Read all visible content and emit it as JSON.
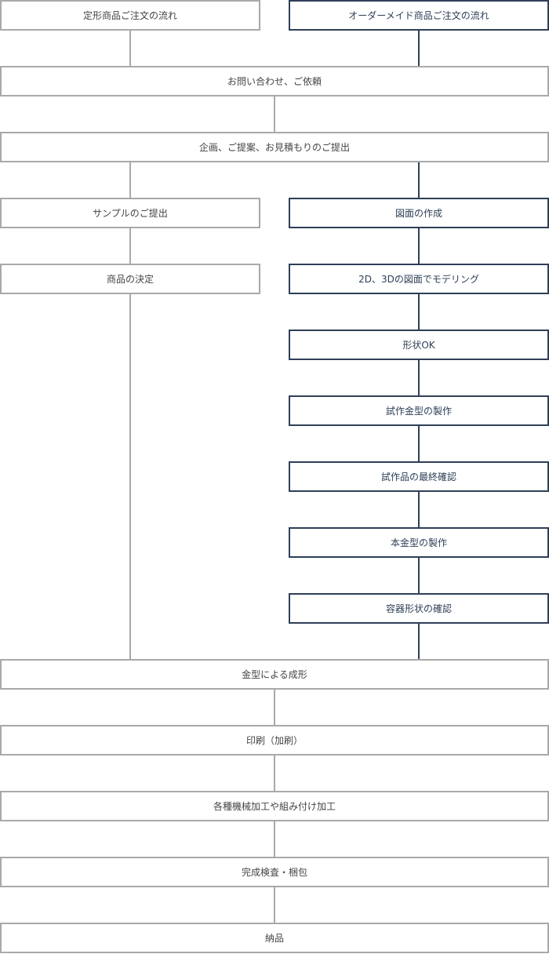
{
  "flow": {
    "steps": [
      {
        "label": "定形商品ご注文の流れ",
        "style": "gray"
      },
      {
        "label": "オーダーメイド商品ご注文の流れ",
        "style": "navy"
      },
      {
        "label": "お問い合わせ、ご依頼",
        "style": "gray"
      },
      {
        "label": "企画、ご提案、お見積もりのご提出",
        "style": "gray"
      },
      {
        "label": "サンプルのご提出",
        "style": "gray"
      },
      {
        "label": "図面の作成",
        "style": "navy"
      },
      {
        "label": "商品の決定",
        "style": "gray"
      },
      {
        "label": "2D、3Dの図面でモデリング",
        "style": "navy"
      },
      {
        "label": "形状OK",
        "style": "navy"
      },
      {
        "label": "試作金型の製作",
        "style": "navy"
      },
      {
        "label": "試作品の最終確認",
        "style": "navy"
      },
      {
        "label": "本金型の製作",
        "style": "navy"
      },
      {
        "label": "容器形状の確認",
        "style": "navy"
      },
      {
        "label": "金型による成形",
        "style": "gray"
      },
      {
        "label": "印刷（加刷）",
        "style": "gray"
      },
      {
        "label": "各種機械加工や組み付け加工",
        "style": "gray"
      },
      {
        "label": "完成検査・梱包",
        "style": "gray"
      },
      {
        "label": "納品",
        "style": "gray"
      }
    ],
    "colors": {
      "standard_border": "#a9a9a9",
      "standard_text": "#444444",
      "custom_border": "#2e3f57",
      "custom_text": "#2e3f57",
      "background": "#ffffff"
    }
  }
}
